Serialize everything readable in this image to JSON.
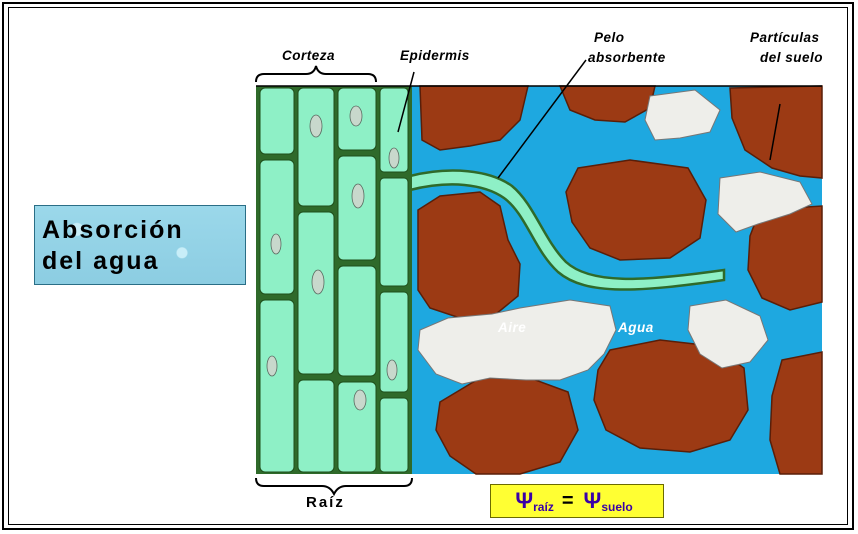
{
  "title": {
    "line1": "Absorción",
    "line2": "del agua"
  },
  "labels": {
    "corteza": "Corteza",
    "epidermis": "Epidermis",
    "pelo_line1": "Pelo",
    "pelo_line2": "absorbente",
    "particulas_line1": "Partículas",
    "particulas_line2": "del suelo",
    "aire": "Aire",
    "agua": "Agua",
    "raiz": "Raíz"
  },
  "formula": {
    "psi": "Ψ",
    "left_sub": "raíz",
    "equals": "=",
    "right_sub": "suelo"
  },
  "colors": {
    "soil": "#9c3a14",
    "water": "#1ea8e0",
    "cell": "#8ef0c6",
    "cell_wall": "#2f6a2a",
    "air": "#eeeeea",
    "formula_bg": "#ffff33"
  }
}
